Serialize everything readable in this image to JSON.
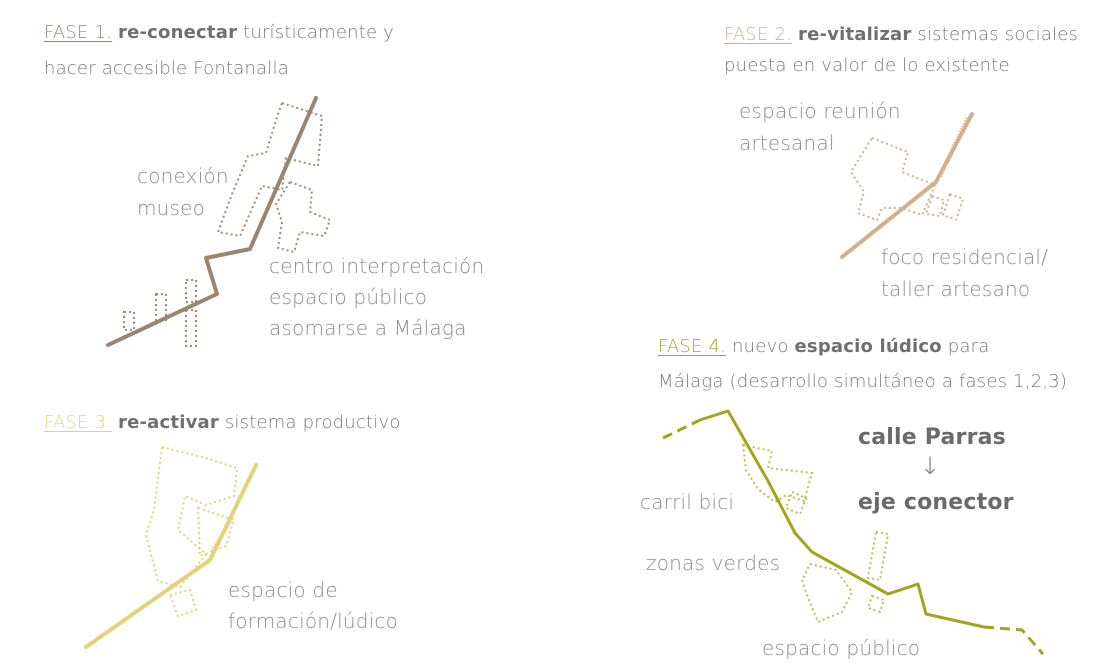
{
  "colors": {
    "fase1": "#9b8470",
    "fase2": "#d2b08a",
    "fase3": "#e3d27a",
    "fase4": "#a4a31c",
    "text": "#7a7a7a"
  },
  "fase1": {
    "phase": "FASE 1.",
    "verb": "re-conectar",
    "rest": "turísticamente y",
    "line2": "hacer accesible Fontanalla",
    "labels": {
      "conexion": "conexión",
      "museo": "museo",
      "centro": "centro interpretación",
      "publico": "espacio público",
      "asomarse": "asomarse a Málaga"
    }
  },
  "fase2": {
    "phase": "FASE 2.",
    "verb": "re-vitalizar",
    "rest": "sistemas sociales",
    "line2": "puesta en valor de lo existente",
    "labels": {
      "reunion": "espacio reunión",
      "artesanal": "artesanal",
      "foco": "foco residencial/",
      "taller": "taller artesano"
    }
  },
  "fase3": {
    "phase": "FASE 3.",
    "verb": "re-activar",
    "rest": "sistema productivo",
    "labels": {
      "espacio": "espacio de",
      "formacion": "formación/lúdico"
    }
  },
  "fase4": {
    "phase": "FASE 4.",
    "pre": "nuevo",
    "verb": "espacio lúdico",
    "rest": "para",
    "line2": "Málaga (desarrollo simultáneo a fases 1,2,3)",
    "labels": {
      "calle": "calle Parras",
      "arrow": "↓",
      "eje": "eje conector",
      "bici": "carril bici",
      "verdes": "zonas verdes",
      "publico": "espacio público"
    }
  }
}
